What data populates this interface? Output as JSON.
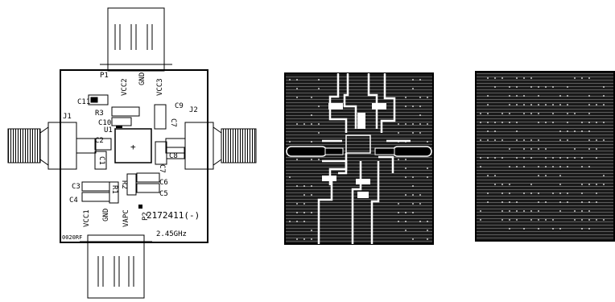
{
  "silkscreen": {
    "connectors": {
      "p1": "P1",
      "p2": "P2",
      "j1": "J1",
      "j2": "J2"
    },
    "pins_top": [
      "VCC2",
      "GND",
      "VCC3"
    ],
    "pins_bottom": [
      "VCC1",
      "GND",
      "VAPC"
    ],
    "components": {
      "c11": "C11",
      "r3": "R3",
      "c10": "C10",
      "u1": "U1",
      "c9": "C9",
      "c7": "C7",
      "c2": "C2",
      "c1": "C1",
      "c8": "C8",
      "r2": "R2",
      "c6": "C6",
      "c5": "C5",
      "c3": "C3",
      "c4": "C4",
      "r1": "R1"
    },
    "part_number": "2172411(-)",
    "frequency": "2.45GHz",
    "board_code": "0020RF",
    "ic_center_mark": "+"
  },
  "colors": {
    "copper": "#1a1a1a",
    "silk": "#000000",
    "background": "#ffffff"
  }
}
